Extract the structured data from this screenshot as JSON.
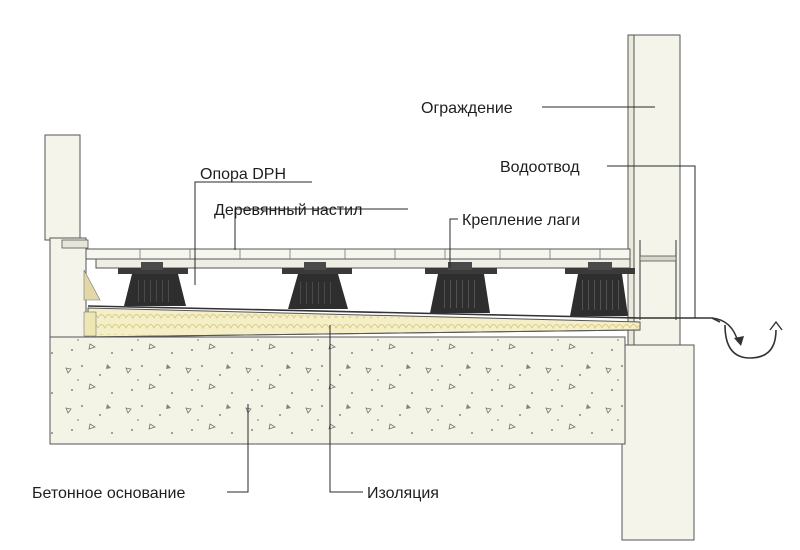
{
  "labels": {
    "fence": "Ограждение",
    "drain": "Водоотвод",
    "support": "Опора DPH",
    "decking": "Деревянный настил",
    "joist_mount": "Крепление лаги",
    "concrete_base": "Бетонное основание",
    "insulation": "Изоляция"
  },
  "colors": {
    "outline": "#555555",
    "fill_light": "#f3f3e6",
    "insulation_band": "#f5efc8",
    "pedestal": "#2e2e2e",
    "text": "#1e1e1e"
  },
  "pedestal_count": 4
}
